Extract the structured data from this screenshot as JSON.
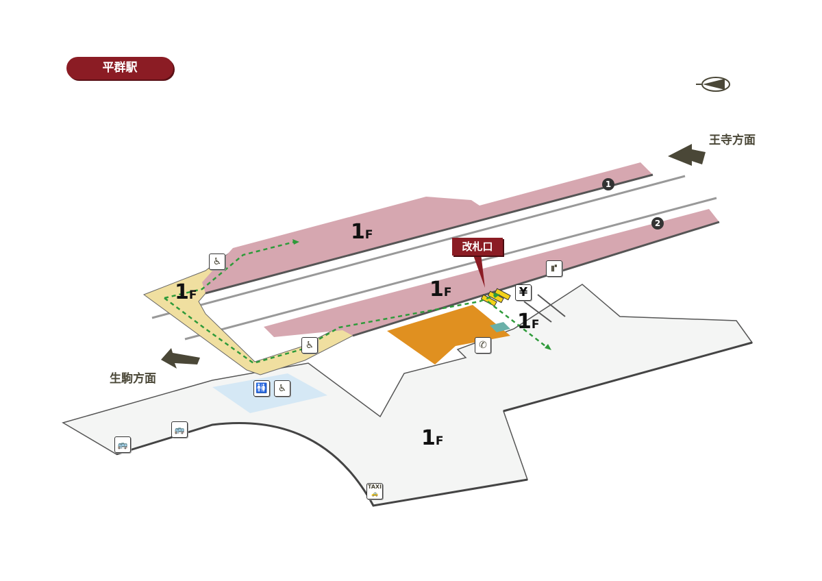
{
  "station_name": "平群駅",
  "directions": {
    "east": "王寺方面",
    "west": "生駒方面"
  },
  "ticket_gate_label": "改札口",
  "floor_labels": [
    "1",
    "F"
  ],
  "platforms": [
    "1",
    "2"
  ],
  "icons": [
    "wheelchair-icon",
    "restroom-icon",
    "bus-icon",
    "taxi-icon",
    "yen-icon",
    "phone-icon",
    "waiting-area-icon",
    "compass-icon"
  ],
  "icon_text": {
    "yen": "¥",
    "taxi": "TAXI"
  },
  "colors": {
    "platform": "#d6a7b0",
    "walkway": "#f0dfa0",
    "station_building": "#e09020",
    "concourse": "#f4f5f4",
    "restroom_area": "#d5e8f5",
    "title": "#8b1c24",
    "route": "#2e9a3a"
  }
}
